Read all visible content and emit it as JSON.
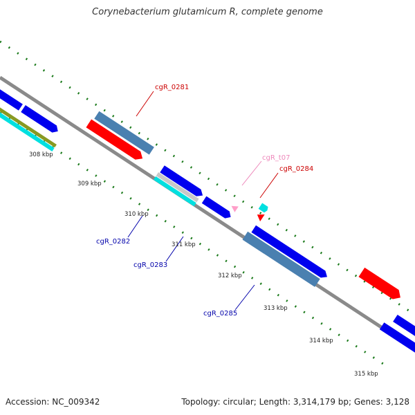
{
  "title": "Corynebacterium glutamicum R, complete genome",
  "footer": {
    "accession": "Accession: NC_009342",
    "summary": "Topology: circular; Length: 3,314,179 bp; Genes: 3,128"
  },
  "colors": {
    "backbone": "#8a8a8a",
    "tick": "#1a7a1a",
    "forward_cds": "#0000ee",
    "reverse_cds": "#4a80b0",
    "rna": "#ff0000",
    "trna": "#ff9ec8",
    "aqua": "#00e0e0",
    "label_red": "#cc0000",
    "label_blue": "#0000aa",
    "label_pink": "#ee88bb"
  },
  "kbp_labels": [
    "308 kbp",
    "309 kbp",
    "310 kbp",
    "311 kbp",
    "312 kbp",
    "313 kbp",
    "314 kbp",
    "315 kbp"
  ],
  "gene_labels": {
    "g0281": "cgR_0281",
    "gt07": "cgR_t07",
    "g0284": "cgR_0284",
    "g0282": "cgR_0282",
    "g0283": "cgR_0283",
    "g0285": "cgR_0285"
  }
}
